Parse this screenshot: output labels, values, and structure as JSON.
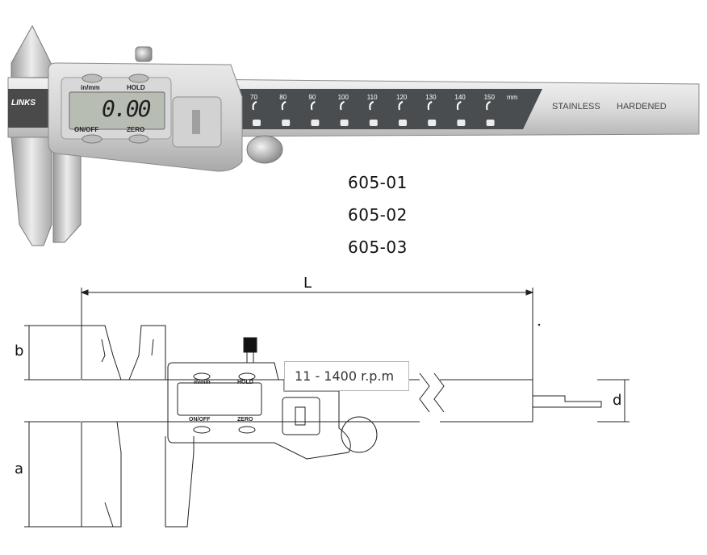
{
  "photo": {
    "brand": "LINKS",
    "display": {
      "reading": "0.00",
      "label_unit": "in/mm",
      "label_hold": "HOLD",
      "label_onoff": "ON/OFF",
      "label_zero": "ZERO"
    },
    "scale_ticks": [
      "70",
      "80",
      "90",
      "100",
      "110",
      "120",
      "130",
      "140",
      "150"
    ],
    "scale_unit": "mm",
    "beam_text_1": "STAINLESS",
    "beam_text_2": "HARDENED"
  },
  "models": [
    "605-01",
    "605-02",
    "605-03"
  ],
  "drawing": {
    "dim_L": "L",
    "dim_b": "b",
    "dim_a": "a",
    "dim_d": "d",
    "label_unit": "in/mm",
    "label_hold": "HOLD",
    "label_onoff": "ON/OFF",
    "label_zero": "ZERO"
  },
  "tooltip": "11 - 1400 r.p.m",
  "colors": {
    "steel_light": "#e6e6e6",
    "steel_mid": "#c4c4c4",
    "steel_dark": "#8a8a8a",
    "lcd": "#b8bdb4",
    "ink": "#111111"
  }
}
